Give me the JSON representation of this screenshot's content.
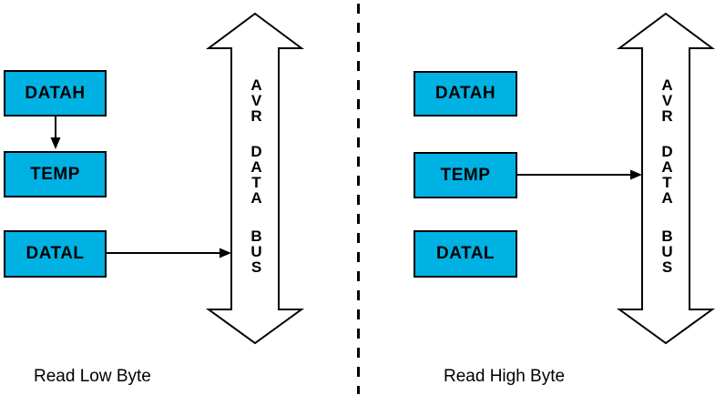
{
  "colors": {
    "register_fill": "#00B2E3",
    "outline": "#000000",
    "background": "#FFFFFF"
  },
  "panels": [
    {
      "caption": "Read Low Byte",
      "registers": {
        "datah": "DATAH",
        "temp": "TEMP",
        "datal": "DATAL"
      },
      "bus": {
        "word1": "AVR",
        "word2": "DATA",
        "word3": "BUS"
      }
    },
    {
      "caption": "Read High Byte",
      "registers": {
        "datah": "DATAH",
        "temp": "TEMP",
        "datal": "DATAL"
      },
      "bus": {
        "word1": "AVR",
        "word2": "DATA",
        "word3": "BUS"
      }
    }
  ]
}
